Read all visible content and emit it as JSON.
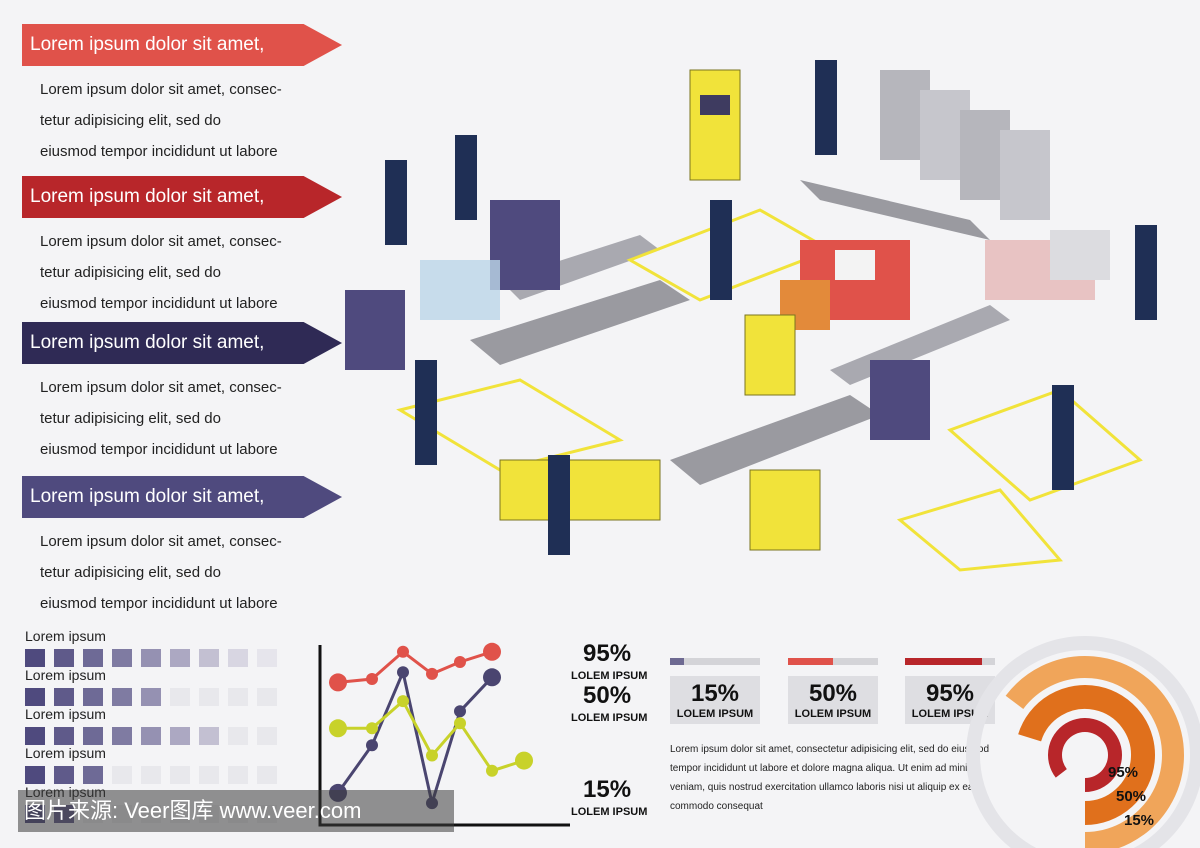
{
  "sections": [
    {
      "title": "Lorem ipsum dolor sit amet,",
      "color": "#e0524a",
      "lines": [
        "Lorem ipsum dolor sit amet, consec-",
        "tetur adipisicing elit, sed do",
        "eiusmod tempor incididunt ut labore"
      ]
    },
    {
      "title": "Lorem ipsum dolor sit amet,",
      "color": "#b8262a",
      "lines": [
        "Lorem ipsum dolor sit amet, consec-",
        "tetur adipisicing elit, sed do",
        "eiusmod tempor incididunt ut labore"
      ]
    },
    {
      "title": "Lorem ipsum dolor sit amet,",
      "color": "#2f2a55",
      "lines": [
        "Lorem ipsum dolor sit amet, consec-",
        "tetur adipisicing elit, sed do",
        "eiusmod tempor incididunt ut labore"
      ]
    },
    {
      "title": "Lorem ipsum dolor sit amet,",
      "color": "#4f4a7e",
      "lines": [
        "Lorem ipsum dolor sit amet, consec-",
        "tetur adipisicing elit, sed do",
        "eiusmod tempor incididunt ut labore"
      ]
    }
  ],
  "grid_rows": [
    {
      "label": "Lorem ipsum",
      "filled": 9
    },
    {
      "label": "Lorem ipsum",
      "filled": 5
    },
    {
      "label": "Lorem ipsum",
      "filled": 7
    },
    {
      "label": "Lorem ipsum",
      "filled": 3
    },
    {
      "label": "Lorem ipsum",
      "filled": 2
    }
  ],
  "grid_columns": 9,
  "line_chart_labels": [
    {
      "value": "95%",
      "sub": "LOLEM IPSUM"
    },
    {
      "value": "50%",
      "sub": "LOLEM IPSUM"
    },
    {
      "value": "15%",
      "sub": "LOLEM IPSUM"
    }
  ],
  "chart_data": {
    "type": "line",
    "series": [
      {
        "color": "#e0524a",
        "values": [
          7.8,
          8.0,
          9.6,
          8.3,
          9.0,
          9.6
        ]
      },
      {
        "color": "#4a4570",
        "values": [
          1.3,
          4.1,
          8.4,
          0.7,
          6.1,
          8.1
        ]
      },
      {
        "color": "#c8d22a",
        "values": [
          5.1,
          5.1,
          6.7,
          3.5,
          5.4,
          2.6,
          3.2
        ]
      }
    ]
  },
  "stats": [
    {
      "value": "15%",
      "label": "LOLEM IPSUM",
      "fraction": 0.15,
      "color": "#6e6a92"
    },
    {
      "value": "50%",
      "label": "LOLEM IPSUM",
      "fraction": 0.5,
      "color": "#e0524a"
    },
    {
      "value": "95%",
      "label": "LOLEM IPSUM",
      "fraction": 0.85,
      "color": "#b8262a"
    }
  ],
  "bottom_text": "Lorem ipsum dolor sit amet, consectetur adipisicing elit, sed do eiusmod tempor incididunt ut labore et dolore magna aliqua. Ut enim ad minim veniam, quis nostrud exercitation ullamco laboris nisi ut aliquip ex ea commodo consequat",
  "donut": [
    {
      "label": "95%",
      "value": 0.95,
      "color": "#b8262a"
    },
    {
      "label": "50%",
      "value": 0.5,
      "color": "#e0701c"
    },
    {
      "label": "15%",
      "value": 0.15,
      "color": "#f0a55a"
    }
  ],
  "watermark": "图片来源: Veer图库 www.veer.com"
}
